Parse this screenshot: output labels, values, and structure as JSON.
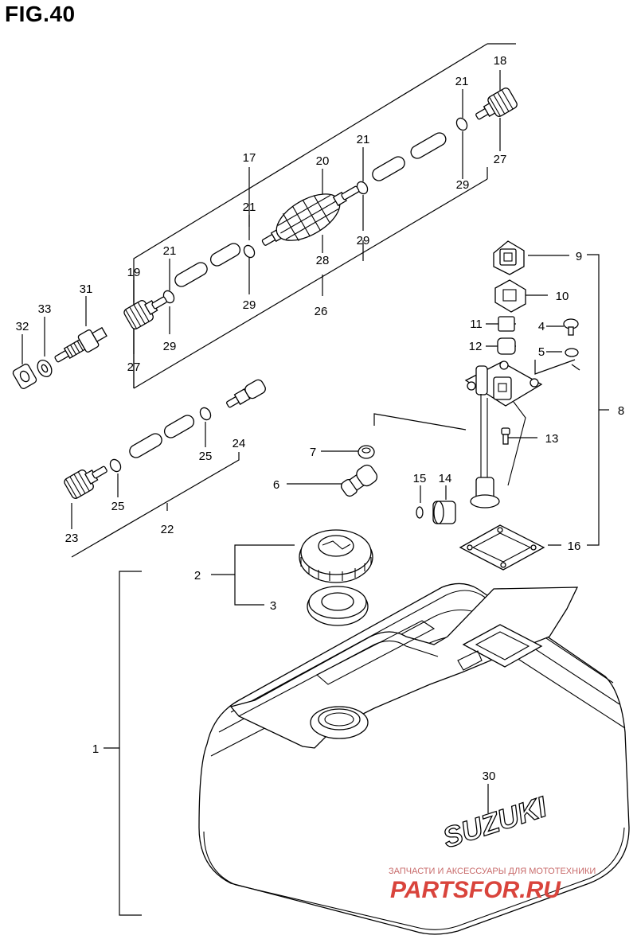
{
  "figure": {
    "title": "FIG.40"
  },
  "labels": [
    "1",
    "2",
    "3",
    "4",
    "5",
    "6",
    "7",
    "8",
    "9",
    "10",
    "11",
    "12",
    "13",
    "14",
    "15",
    "16",
    "17",
    "18",
    "19",
    "20",
    "21",
    "22",
    "23",
    "24",
    "25",
    "26",
    "27",
    "28",
    "29",
    "30",
    "31",
    "32",
    "33"
  ],
  "tank_brand": "SUZUKI",
  "watermark": {
    "tagline": "ЗАПЧАСТИ И АКСЕССУАРЫ ДЛЯ МОТОТЕХНИКИ",
    "site": "PARTSFOR.RU"
  }
}
